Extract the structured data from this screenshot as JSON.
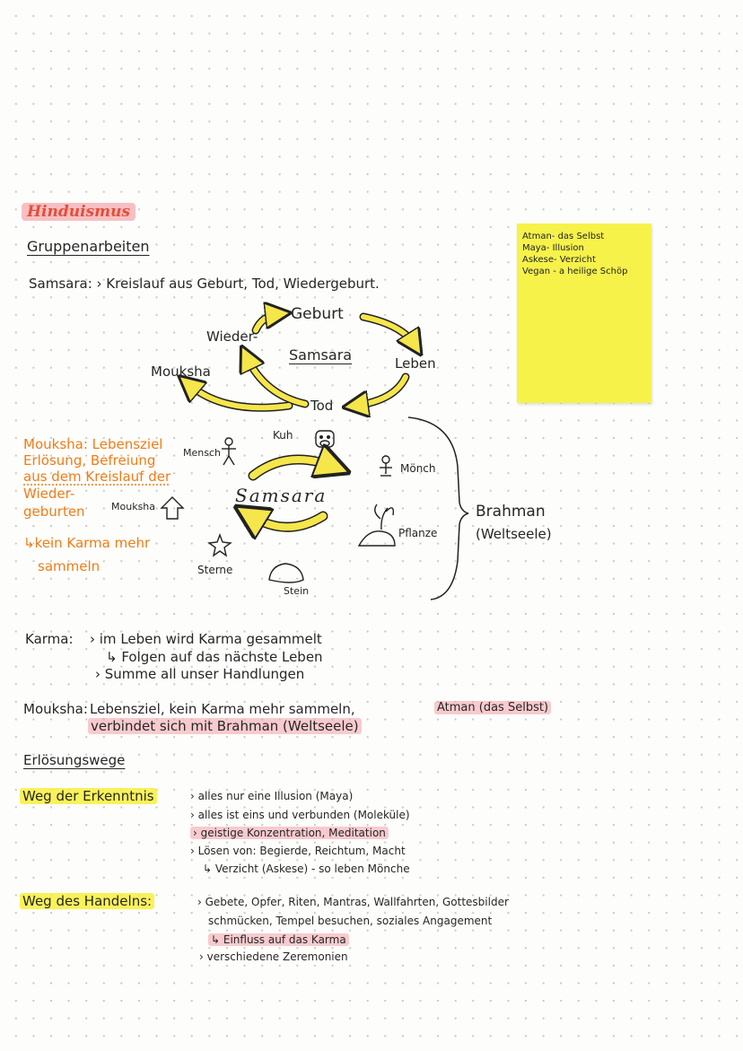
{
  "title": "Hinduismus",
  "subtitle": "Gruppenarbeiten",
  "sticky": {
    "lines": [
      "Atman- das Selbst",
      "Maya- Illusion",
      "Askese- Verzicht",
      "Vegan - a heilige Schöp"
    ]
  },
  "samsara_def": "Samsara: › Kreislauf aus Geburt, Tod, Wiedergeburt.",
  "cycle1": {
    "geburt": "Geburt",
    "leben": "Leben",
    "tod": "Tod",
    "wieder": "Wieder-",
    "center": "Samsara",
    "mouksha": "Mouksha"
  },
  "moksha_note": {
    "lines": [
      "Mouksha: Lebensziel",
      "Erlösung, Befreiung",
      "aus dem Kreislauf der",
      "Wieder-",
      "geburten"
    ],
    "sub": [
      "↳kein Karma mehr",
      "sammeln"
    ]
  },
  "cycle2": {
    "mensch": "Mensch",
    "kuh": "Kuh",
    "moench": "Mönch",
    "center": "Samsara",
    "mouksha": "Mouksha",
    "pflanze": "Pflanze",
    "sterne": "Sterne",
    "stein": "Stein",
    "brahman": "Brahman",
    "weltseele": "(Weltseele)"
  },
  "karma": {
    "label": "Karma:",
    "lines": [
      "› im Leben wird Karma gesammelt",
      "↳ Folgen auf das nächste Leben",
      "› Summe all unser Handlungen"
    ]
  },
  "moksha": {
    "label": "Mouksha:",
    "text1": "Lebensziel, kein Karma mehr sammeln,",
    "text1_hl": "Atman (das Selbst)",
    "text2": "verbindet sich mit Brahman (Weltseele)"
  },
  "erloesung_heading": "Erlösungswege",
  "weg_erkenntnis": {
    "label": "Weg der Erkenntnis",
    "items": [
      "› alles nur eine Illusion (Maya)",
      "› alles ist eins und verbunden (Moleküle)",
      "› geistige Konzentration, Meditation",
      "› Lösen von: Begierde, Reichtum, Macht",
      "↳ Verzicht (Askese) - so leben Mönche"
    ]
  },
  "weg_handeln": {
    "label": "Weg des Handelns:",
    "items": [
      "› Gebete, Opfer, Riten, Mantras, Wallfahrten, Gottesbilder",
      "schmücken, Tempel besuchen, soziales Angagement",
      "↳ Einfluss auf das Karma",
      "› verschiedene Zeremonien"
    ]
  },
  "colors": {
    "orange": "#ee7d18",
    "pink_highlight": "#f4a0aa",
    "yellow_highlight": "#f8f03c",
    "sticky": "#f6f24a",
    "arrow_fill": "#f5e64a"
  }
}
